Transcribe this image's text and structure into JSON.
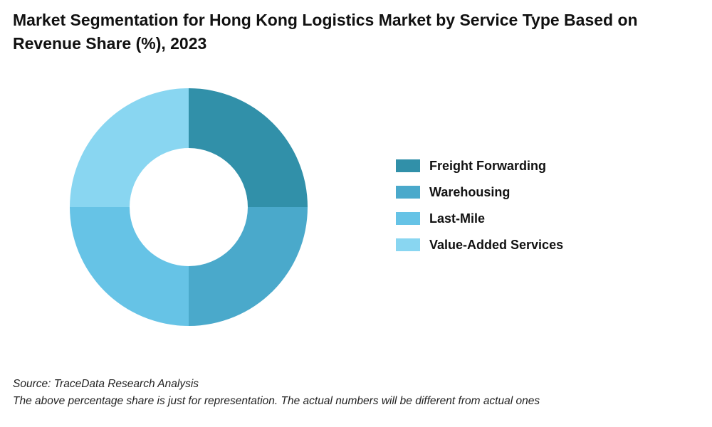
{
  "title": "Market Segmentation for Hong Kong Logistics Market by Service Type Based on Revenue Share (%), 2023",
  "chart_data": {
    "type": "pie",
    "donut": true,
    "title": "Market Segmentation for Hong Kong Logistics Market by Service Type Based on Revenue Share (%), 2023",
    "categories": [
      "Freight Forwarding",
      "Warehousing",
      "Last-Mile",
      "Value-Added Services"
    ],
    "values": [
      25,
      25,
      25,
      25
    ],
    "colors": [
      "#3190a9",
      "#4aa9cb",
      "#66c3e6",
      "#89d6f1"
    ],
    "legend_position": "right"
  },
  "footer": {
    "source": "Source: TraceData Research Analysis",
    "note": "The above percentage share is just for representation. The actual numbers will be different from actual ones"
  }
}
